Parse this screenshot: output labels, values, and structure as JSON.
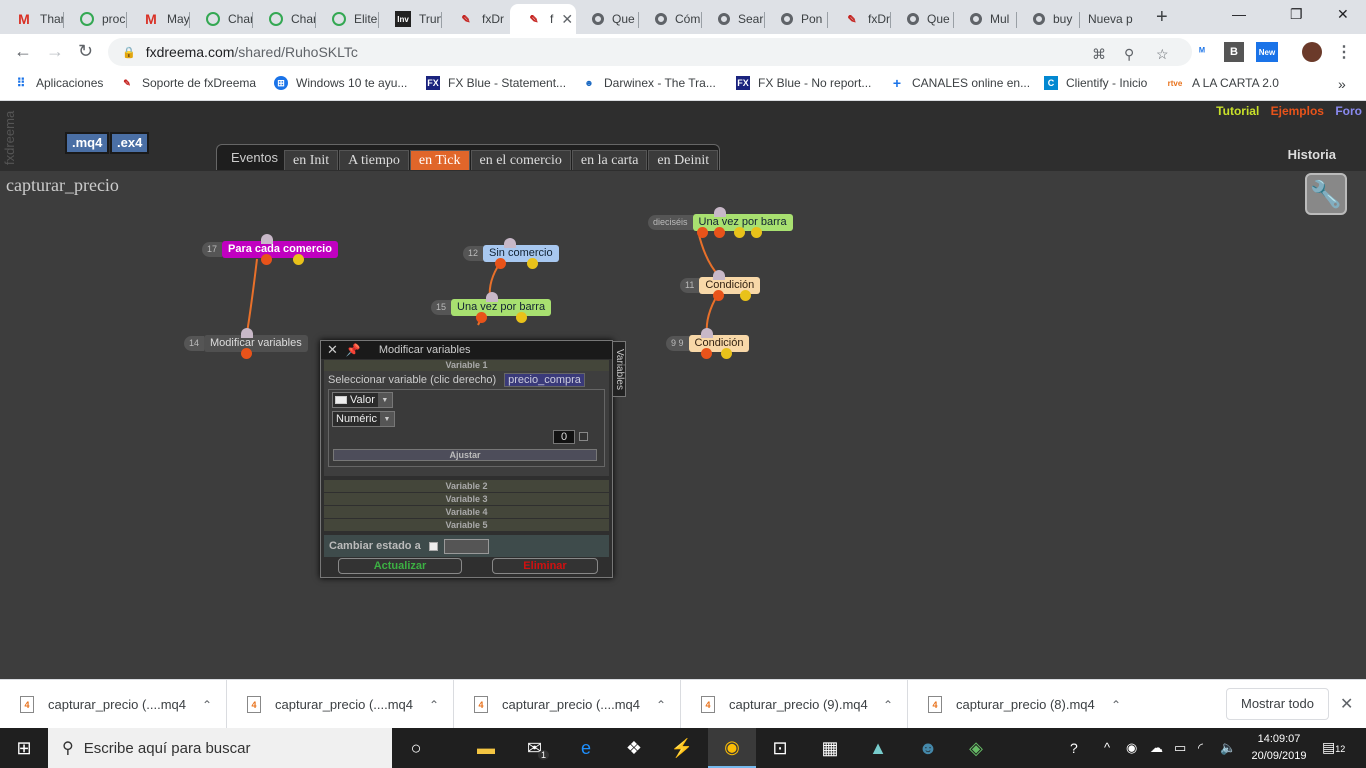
{
  "browser": {
    "tabs": [
      {
        "icon": "gmail-icon",
        "title": "Thar"
      },
      {
        "icon": "fxdreema-icon",
        "title": "proc"
      },
      {
        "icon": "gmail-icon",
        "title": "May"
      },
      {
        "icon": "fxdreema-icon",
        "title": "Char"
      },
      {
        "icon": "fxdreema-icon",
        "title": "Char"
      },
      {
        "icon": "fxdreema-icon",
        "title": "Elite"
      },
      {
        "icon": "investing-icon",
        "title": "Trun"
      },
      {
        "icon": "fxdreema-icon",
        "title": "fxDr"
      },
      {
        "icon": "fxdreema-icon",
        "title": "f"
      },
      {
        "icon": "github-icon",
        "title": "Que"
      },
      {
        "icon": "github-icon",
        "title": "Cóm"
      },
      {
        "icon": "github-icon",
        "title": "Sear"
      },
      {
        "icon": "github-icon",
        "title": "Pon"
      },
      {
        "icon": "fxdreema-icon",
        "title": "fxDr"
      },
      {
        "icon": "github-icon",
        "title": "Que"
      },
      {
        "icon": "github-icon",
        "title": "Mul"
      },
      {
        "icon": "github-icon",
        "title": "buy"
      },
      {
        "icon": "",
        "title": "Nueva p"
      }
    ],
    "url_host": "fxdreema.com",
    "url_path": "/shared/RuhoSKLTc",
    "bookmarks": [
      {
        "icon": "apps-icon",
        "label": "Aplicaciones"
      },
      {
        "icon": "fxdreema-icon",
        "label": "Soporte de fxDreema"
      },
      {
        "icon": "windows-icon",
        "label": "Windows 10 te ayu..."
      },
      {
        "icon": "fxblue-icon",
        "label": "FX Blue - Statement..."
      },
      {
        "icon": "darwinex-icon",
        "label": "Darwinex - The Tra..."
      },
      {
        "icon": "fxblue-icon",
        "label": "FX Blue - No report..."
      },
      {
        "icon": "plus-icon",
        "label": "CANALES online en..."
      },
      {
        "icon": "clientify-icon",
        "label": "Clientify - Inicio"
      },
      {
        "icon": "rtve-icon",
        "label": "A LA CARTA 2.0"
      }
    ],
    "ext_new_badge": "New"
  },
  "app": {
    "logo_text": "fxdreema",
    "file_buttons": [
      ".mq4",
      ".ex4"
    ],
    "top_links": {
      "tutorial": "Tutorial",
      "ejemplos": "Ejemplos",
      "foro": "Foro"
    },
    "historia": "Historia",
    "events_label": "Eventos",
    "event_tabs": [
      "en Init",
      "A tiempo",
      "en Tick",
      "en el comercio",
      "en la carta",
      "en Deinit"
    ],
    "active_event_tab": "en Tick",
    "project_title": "capturar_precio",
    "blocks": [
      {
        "num": "17",
        "label": "Para cada comercio"
      },
      {
        "num": "14",
        "label": "Modificar variables"
      },
      {
        "num": "12",
        "label": "Sin comercio"
      },
      {
        "num": "15",
        "label": "Una vez por barra"
      },
      {
        "num": "dieciséis",
        "label": "Una vez por barra"
      },
      {
        "num": "11",
        "label": "Condición"
      },
      {
        "num": "9 9",
        "label": "Condición"
      }
    ]
  },
  "modal": {
    "title": "Modificar variables",
    "variable_1": "Variable 1",
    "select_label": "Seleccionar variable (clic derecho)",
    "selected_variable": "precio_compra",
    "value_type": "Valor",
    "number_type": "Numéric",
    "value": "0",
    "adjust_label": "Ajustar",
    "collapsed": [
      "Variable 2",
      "Variable 3",
      "Variable 4",
      "Variable 5"
    ],
    "state_label": "Cambiar estado a",
    "update_label": "Actualizar",
    "delete_label": "Eliminar",
    "side_tab": "Variables"
  },
  "downloads": {
    "items": [
      "capturar_precio (....mq4",
      "capturar_precio (....mq4",
      "capturar_precio (....mq4",
      "capturar_precio (9).mq4",
      "capturar_precio (8).mq4"
    ],
    "show_all": "Mostrar todo"
  },
  "taskbar": {
    "search_placeholder": "Escribe aquí para buscar",
    "mail_badge": "1",
    "time": "14:09:07",
    "date": "20/09/2019",
    "notifications": "12"
  },
  "colors": {
    "tab_active": "#e0662a",
    "block_magenta": "#c000c0",
    "block_blue": "#a8c8f0",
    "block_green": "#a8e070",
    "block_peach": "#f8d8a8",
    "connector": "#e8702a"
  }
}
